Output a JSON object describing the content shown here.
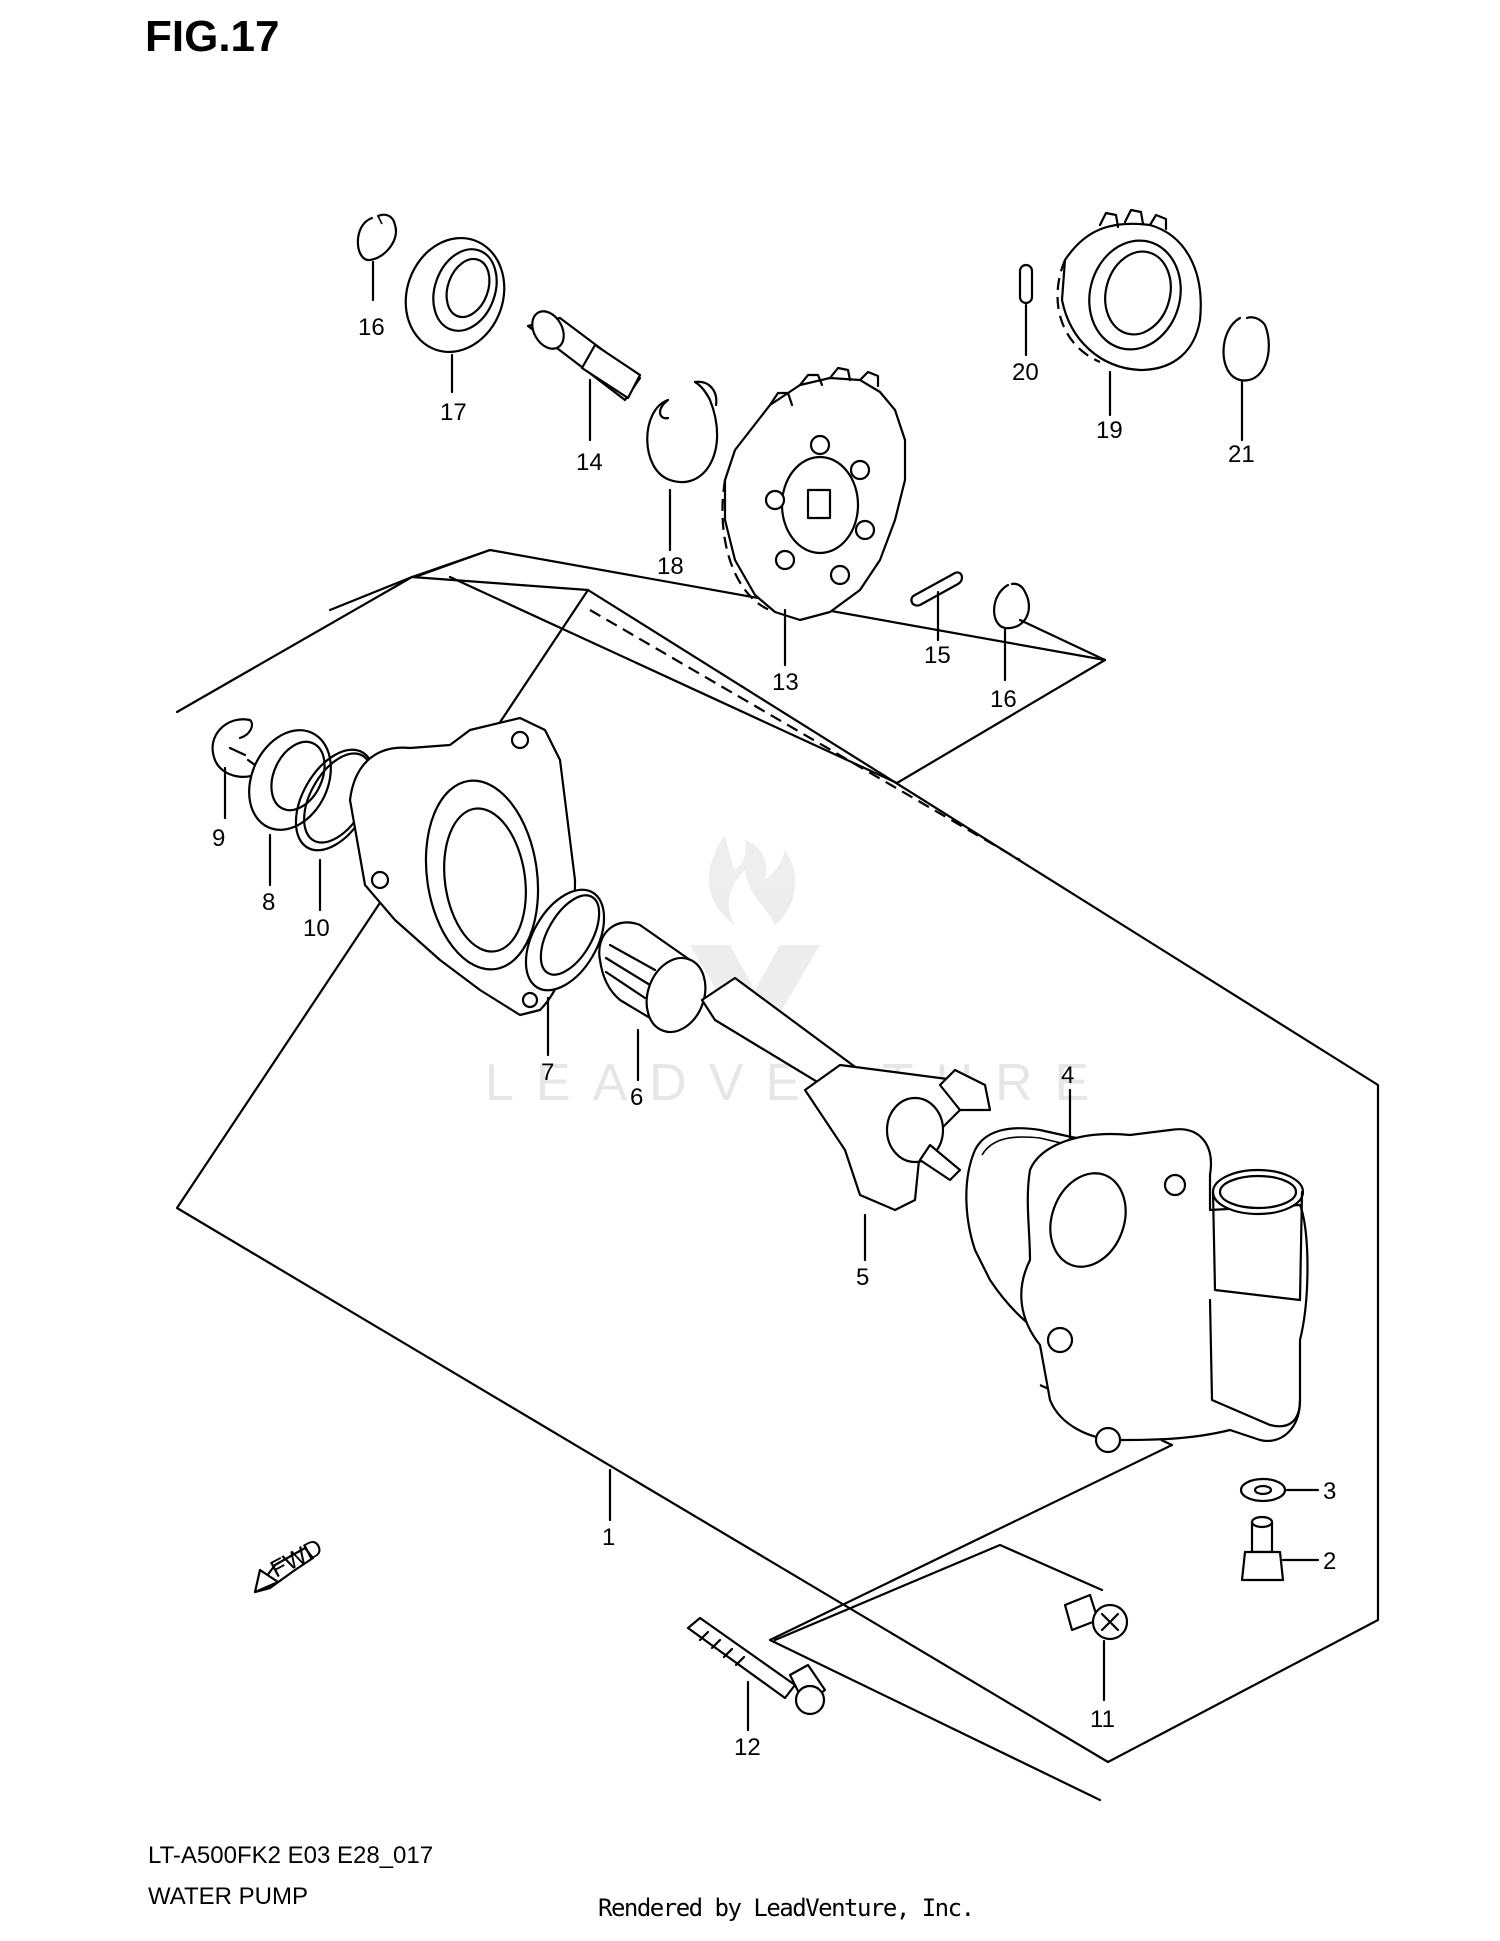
{
  "figure": {
    "title": "FIG.17"
  },
  "footer": {
    "model_code": "LT-A500FK2 E03 E28_017",
    "section_name": "WATER PUMP",
    "render_credit": "Rendered by LeadVenture, Inc."
  },
  "watermark": {
    "text": "LEADVENTURE"
  },
  "direction_arrow": {
    "label": "FWD"
  },
  "callouts": {
    "p1": "1",
    "p2": "2",
    "p3": "3",
    "p4": "4",
    "p5": "5",
    "p6": "6",
    "p7": "7",
    "p8": "8",
    "p9": "9",
    "p10": "10",
    "p11": "11",
    "p12": "12",
    "p13": "13",
    "p14": "14",
    "p15": "15",
    "p16a": "16",
    "p16b": "16",
    "p17": "17",
    "p18": "18",
    "p19": "19",
    "p20": "20",
    "p21": "21"
  },
  "icons": {
    "watermark_logo": "flame-logo-icon",
    "fwd_arrow": "fwd-arrow-icon"
  }
}
